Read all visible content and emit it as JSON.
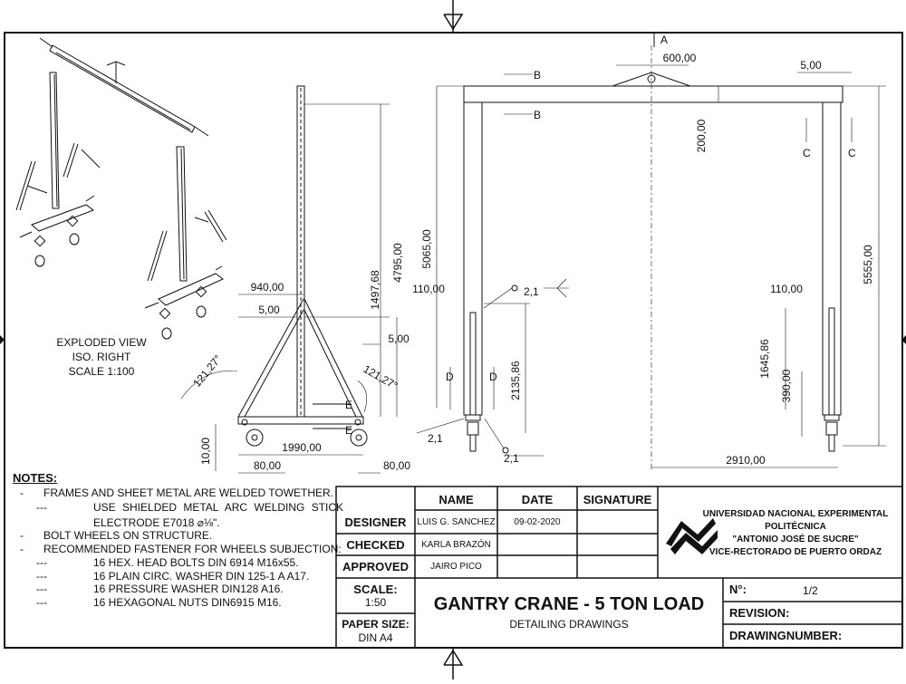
{
  "views": {
    "exploded": {
      "line1": "EXPLODED VIEW",
      "line2": "ISO. RIGHT",
      "line3": "SCALE 1:100"
    },
    "section_labels": {
      "A": "A",
      "B": "B",
      "C": "C",
      "D": "D",
      "E": "E"
    },
    "side_dims": {
      "d940": "940,00",
      "d5a": "5,00",
      "d5b": "5,00",
      "angle1": "121,27°",
      "angle2": "121,27°",
      "d1497": "1497,68",
      "d4795": "4795,00",
      "d10": "10,00",
      "d1990": "1990,00",
      "d80a": "80,00",
      "d80b": "80,00"
    },
    "front_dims": {
      "d600": "600,00",
      "d5": "5,00",
      "d200": "200,00",
      "d5065": "5065,00",
      "d5555": "5555,00",
      "d110a": "110,00",
      "d110b": "110,00",
      "d2135": "2135,86",
      "d1645": "1645,86",
      "d390": "390,00",
      "d2910": "2910,00",
      "weld1": "2,1",
      "weld2": "2,1",
      "weld3": "2,1"
    }
  },
  "notes": {
    "heading": "NOTES:",
    "lines": [
      {
        "bullet": "-",
        "text": "FRAMES AND SHEET METAL ARE WELDED TOWETHER."
      },
      {
        "bullet": "---",
        "text": "USE SHIELDED METAL ARC WELDING STICK"
      },
      {
        "bullet": "",
        "text": "ELECTRODE E7018 ⌀⅛\"."
      },
      {
        "bullet": "-",
        "text": "BOLT WHEELS ON STRUCTURE."
      },
      {
        "bullet": "-",
        "text": "RECOMMENDED FASTENER FOR WHEELS SUBJECTION:"
      },
      {
        "bullet": "---",
        "text": "16 HEX. HEAD BOLTS DIN 6914 M16x55."
      },
      {
        "bullet": "---",
        "text": "16 PLAIN CIRC. WASHER DIN 125-1 A A17."
      },
      {
        "bullet": "---",
        "text": "16 PRESSURE WASHER DIN128 A16."
      },
      {
        "bullet": "---",
        "text": "16 HEXAGONAL NUTS DIN6915 M16."
      }
    ]
  },
  "title_block": {
    "headers": {
      "name": "NAME",
      "date": "DATE",
      "signature": "SIGNATURE"
    },
    "rows": [
      {
        "role": "DESIGNER",
        "name": "LUIS G. SANCHEZ",
        "date": "09-02-2020"
      },
      {
        "role": "CHECKED",
        "name": "KARLA BRAZÓN",
        "date": ""
      },
      {
        "role": "APPROVED",
        "name": "JAIRO PICO",
        "date": ""
      }
    ],
    "scale_label": "SCALE:",
    "scale_value": "1:50",
    "paper_label": "PAPER SIZE:",
    "paper_value": "DIN A4",
    "title": "GANTRY CRANE - 5 TON LOAD",
    "subtitle": "DETAILING DRAWINGS",
    "university": {
      "l1": "UNIVERSIDAD NACIONAL EXPERIMENTAL",
      "l2": "POLITÉCNICA",
      "l3": "\"ANTONIO JOSÉ DE SUCRE\"",
      "l4": "VICE-RECTORADO DE PUERTO ORDAZ"
    },
    "number_label": "N°:",
    "number_value": "1/2",
    "revision_label": "REVISION:",
    "drawing_label": "DRAWINGNUMBER:"
  }
}
